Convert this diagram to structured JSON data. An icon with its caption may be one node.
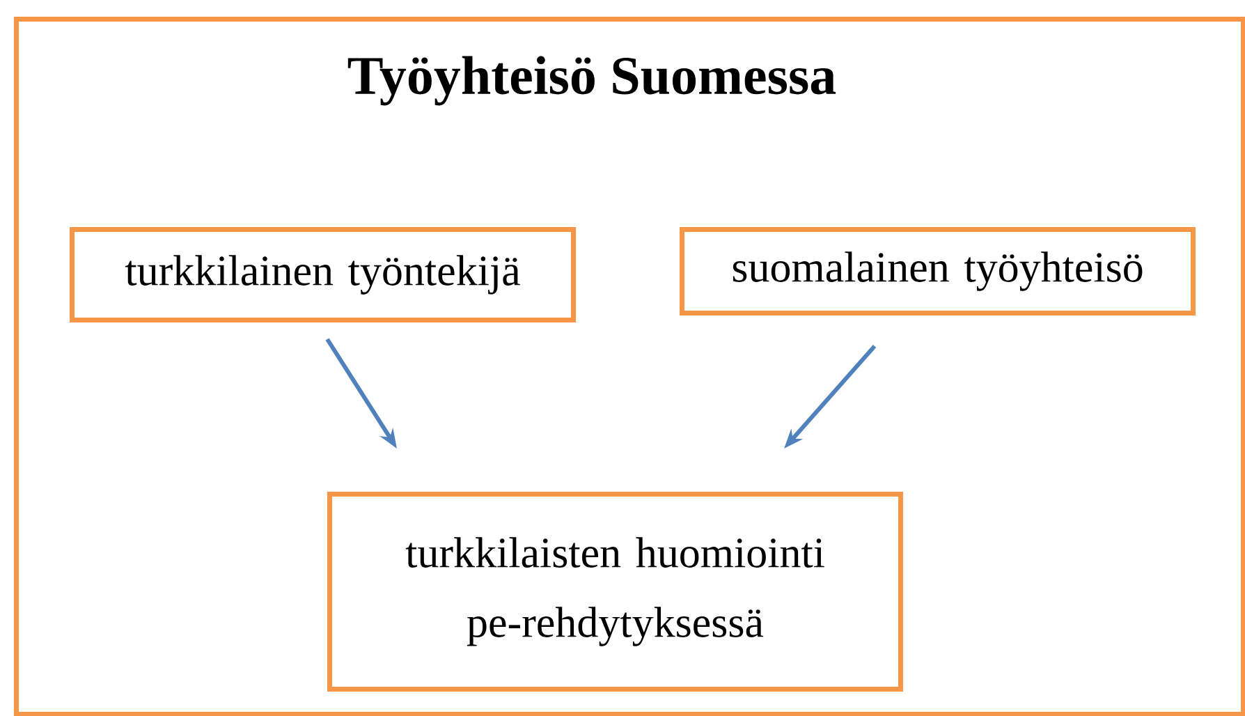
{
  "diagram": {
    "nodes": [
      {
        "text": [
          "Työyhteisö Suomessa"
        ]
      },
      {
        "text": [
          "turkkilainen työntekijä"
        ],
        "in": 0
      },
      {
        "text": [
          "suomalainen työyhteisö"
        ],
        "in": 0
      },
      {
        "text": [
          "turkkilaisten huomiointi pe-rehdytyksessä"
        ],
        "in": 0
      }
    ],
    "edges": [
      {
        "from": 1,
        "to": 3,
        "arrow": "to"
      },
      {
        "from": 2,
        "to": 3,
        "arrow": "to"
      }
    ]
  }
}
